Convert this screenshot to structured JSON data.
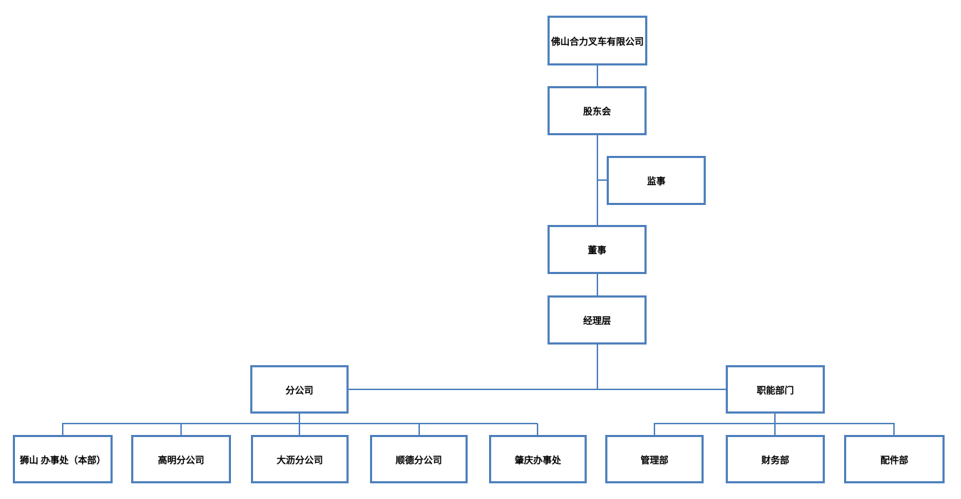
{
  "org_chart": {
    "colors": {
      "accent": "#4f81bd",
      "text": "#000000",
      "background": "#ffffff"
    },
    "nodes": {
      "company": "佛山合力叉车有限公司",
      "shareholders": "股东会",
      "supervisor": "监事",
      "director": "董事",
      "management": "经理层",
      "branches": "分公司",
      "functional": "职能部门",
      "shishan": "狮山 办事处（本部）",
      "gaoming": "高明分公司",
      "dali": "大沥分公司",
      "shunde": "顺德分公司",
      "zhaoqing": "肇庆办事处",
      "admin": "管理部",
      "finance": "财务部",
      "parts": "配件部"
    },
    "structure": {
      "company": [
        "shareholders"
      ],
      "shareholders": [
        "director"
      ],
      "shareholders_director_link_side": [
        "supervisor"
      ],
      "director": [
        "management"
      ],
      "management": [
        "branches",
        "functional"
      ],
      "branches": [
        "shishan",
        "gaoming",
        "dali",
        "shunde",
        "zhaoqing"
      ],
      "functional": [
        "admin",
        "finance",
        "parts"
      ]
    }
  }
}
